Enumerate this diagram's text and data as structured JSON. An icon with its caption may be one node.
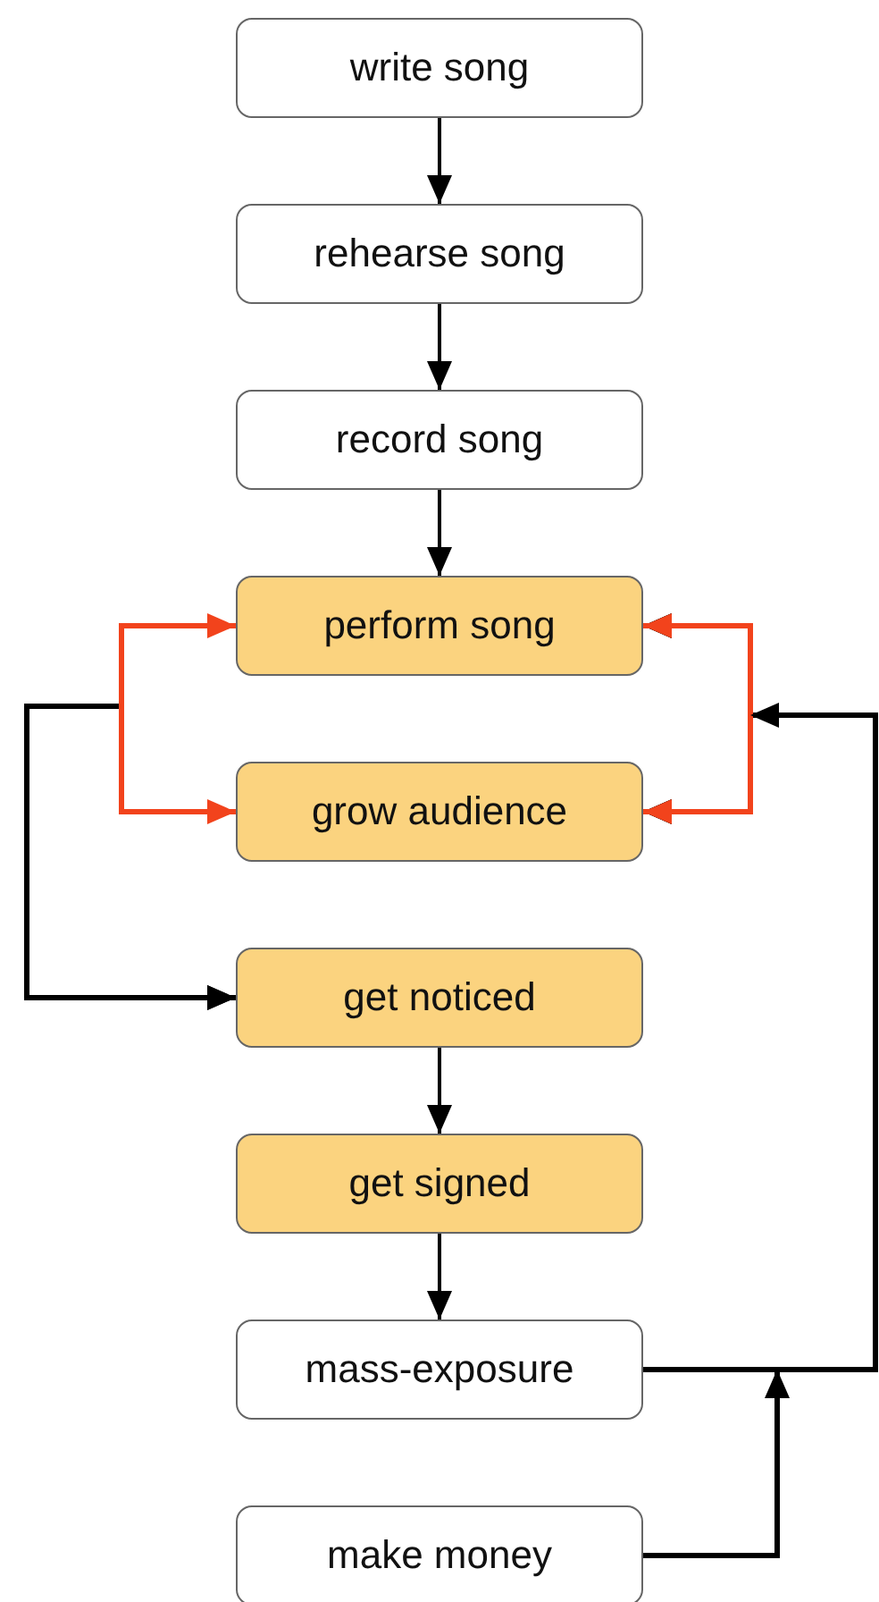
{
  "diagram": {
    "nodes": [
      {
        "text": [
          "write song"
        ]
      },
      {
        "text": [
          "rehearse song"
        ]
      },
      {
        "text": [
          "record song"
        ]
      },
      {
        "text": [
          "perform song"
        ]
      },
      {
        "text": [
          "grow audience"
        ]
      },
      {
        "text": [
          "get noticed"
        ]
      },
      {
        "text": [
          "get signed"
        ]
      },
      {
        "text": [
          "mass-exposure"
        ]
      },
      {
        "text": [
          "make money"
        ]
      }
    ],
    "edges": [
      {
        "from": 0,
        "to": 1,
        "arrow": "to"
      },
      {
        "from": 1,
        "to": 2,
        "arrow": "to"
      },
      {
        "from": 2,
        "to": 3,
        "arrow": "to"
      },
      {
        "from": 5,
        "to": 6,
        "arrow": "to"
      },
      {
        "from": 6,
        "to": 7,
        "arrow": "to"
      },
      {
        "from": 3,
        "to": 4,
        "arrow": "both",
        "color": "#f2431c"
      },
      {
        "from": 3,
        "to": 4,
        "arrow": "both",
        "color": "#f2431c"
      },
      {
        "from": 3,
        "to": 5,
        "arrow": "to"
      },
      {
        "from": 4,
        "to": 5,
        "arrow": "to"
      },
      {
        "from": 7,
        "to": 3,
        "arrow": "to"
      },
      {
        "from": 7,
        "to": 4,
        "arrow": "to"
      },
      {
        "from": 8,
        "to": 3,
        "arrow": "to"
      },
      {
        "from": 8,
        "to": 4,
        "arrow": "to"
      }
    ]
  }
}
